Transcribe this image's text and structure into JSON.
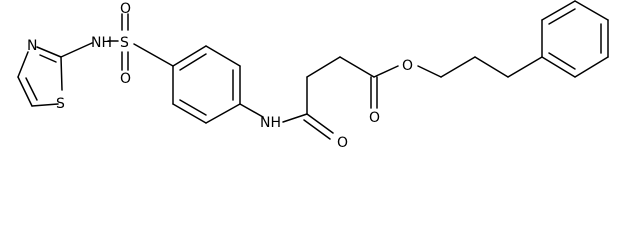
{
  "structure": {
    "atoms": {
      "thiazole_n": "N",
      "thiazole_s": "S",
      "amine_nh_left": "NH",
      "sulfonyl_s": "S",
      "sulfonyl_o_top": "O",
      "sulfonyl_o_bottom": "O",
      "amide_nh": "NH",
      "amide_o": "O",
      "ester_o_carbonyl": "O",
      "ester_o_link": "O"
    }
  }
}
